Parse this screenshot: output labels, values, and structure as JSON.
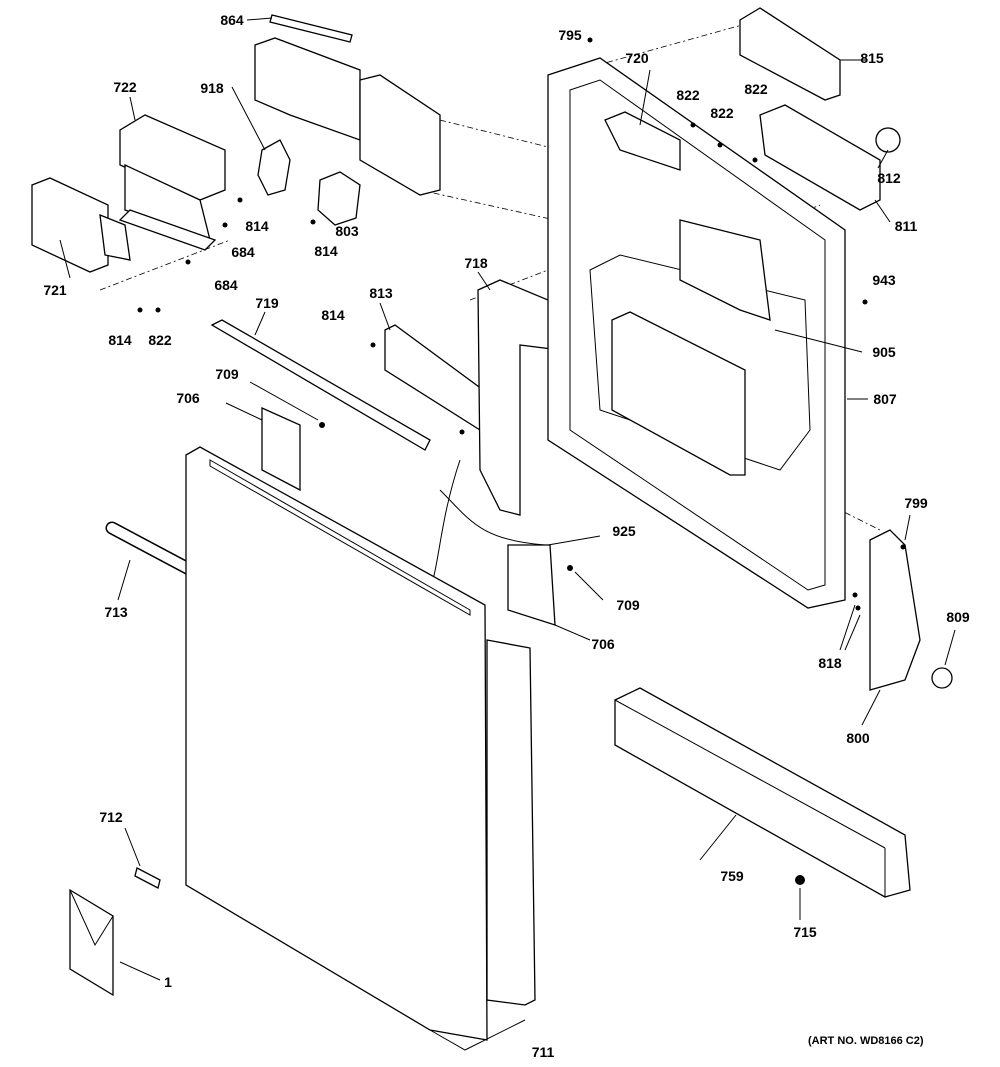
{
  "diagram": {
    "part_labels": [
      "864",
      "795",
      "720",
      "815",
      "722",
      "918",
      "822",
      "822",
      "822",
      "812",
      "814",
      "811",
      "803",
      "814",
      "684",
      "721",
      "684",
      "718",
      "943",
      "813",
      "719",
      "814",
      "814",
      "822",
      "905",
      "709",
      "706",
      "807",
      "925",
      "799",
      "713",
      "709",
      "706",
      "818",
      "809",
      "800",
      "712",
      "759",
      "715",
      "1",
      "711"
    ],
    "art_number": "(ART NO. WD8166 C2)"
  }
}
